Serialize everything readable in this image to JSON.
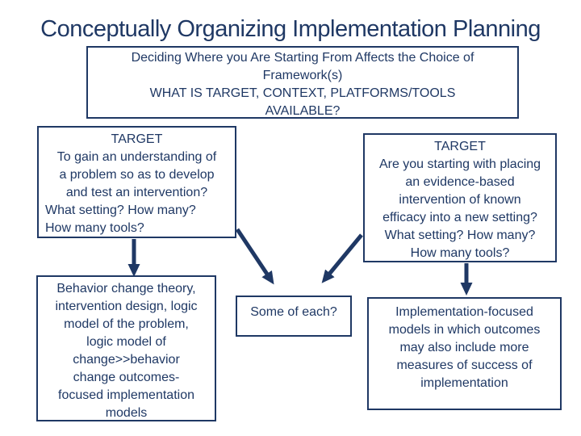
{
  "colors": {
    "accent": "#1f3864",
    "background": "#ffffff"
  },
  "slide": {
    "title": "Conceptually Organizing Implementation Planning"
  },
  "subtitle_box": {
    "text": "Deciding Where you Are Starting From Affects the Choice of\nFramework(s)\nWHAT IS TARGET, CONTEXT, PLATFORMS/TOOLS\nAVAILABLE?"
  },
  "left_target_box": {
    "heading_and_question": "TARGET\nTo gain an understanding of\na problem so as to develop\nand test an intervention?",
    "setting_questions": "What setting? How many?\nHow many tools?"
  },
  "right_target_box": {
    "text": "TARGET\nAre you starting with placing\nan evidence-based\nintervention of known\nefficacy into a new setting?\nWhat setting? How many?\nHow many tools?"
  },
  "bottom_left_box": {
    "text": "Behavior change theory,\nintervention design, logic\nmodel of the problem,\nlogic model of\nchange>>behavior\nchange outcomes-\nfocused implementation\nmodels"
  },
  "middle_box": {
    "text": "Some of each?"
  },
  "bottom_right_box": {
    "text": "Implementation-focused\nmodels in which outcomes\nmay also include more\nmeasures of success of\nimplementation"
  }
}
